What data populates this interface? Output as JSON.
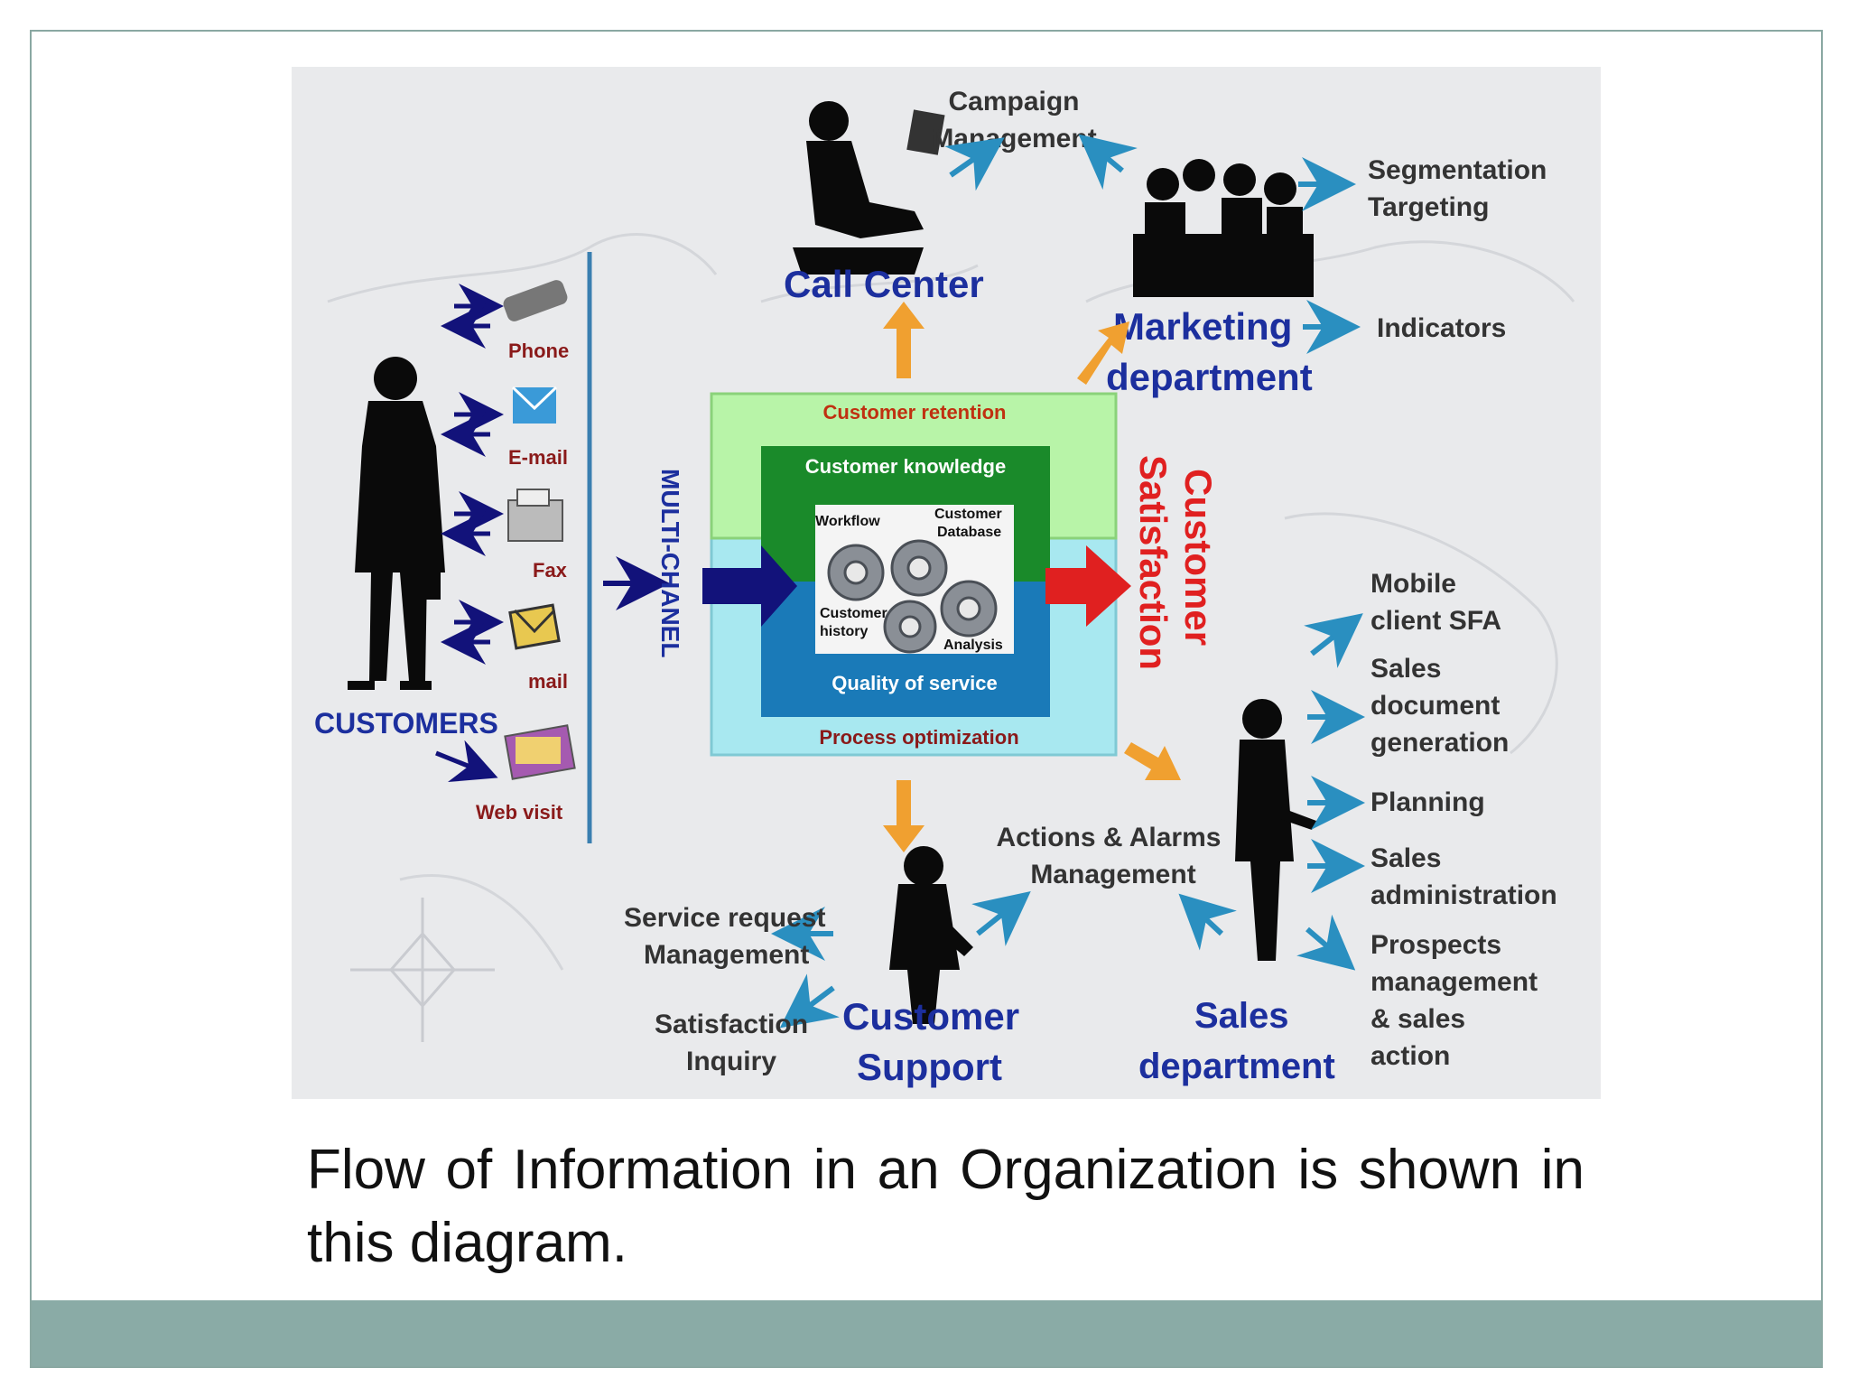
{
  "caption": "Flow of Information in an Organization is shown in this diagram.",
  "colors": {
    "frame_border": "#8aa8a2",
    "footer_bar": "#8aaba6",
    "dept_blue": "#1c2f9e",
    "channel_red": "#8a1a1a",
    "satisfaction_red": "#e02020",
    "arrow_teal": "#2a8fc0",
    "arrow_orange": "#f0a030",
    "arrow_navy": "#12127a",
    "retention_green": "#b8f4a8",
    "knowledge_green": "#1a8a2a",
    "service_blue": "#1a7ab8",
    "optimization_cyan": "#a8e8f0"
  },
  "diagram": {
    "customers": "CUSTOMERS",
    "channels": {
      "phone": "Phone",
      "email": "E-mail",
      "fax": "Fax",
      "mail": "mail",
      "web_visit": "Web visit"
    },
    "multi_channel": "MULTI-CHANEL",
    "core": {
      "retention": "Customer retention",
      "knowledge": "Customer knowledge",
      "workflow": "Workflow",
      "customer_database_1": "Customer",
      "customer_database_2": "Database",
      "customer_history_1": "Customer",
      "customer_history_2": "history",
      "analysis": "Analysis",
      "quality": "Quality of service",
      "optimization": "Process optimization"
    },
    "satisfaction": {
      "line1": "Customer",
      "line2": "Satisfaction"
    },
    "call_center": "Call Center",
    "campaign": {
      "line1": "Campaign",
      "line2": "Management"
    },
    "marketing": {
      "line1": "Marketing",
      "line2": "department",
      "outputs": [
        [
          "Segmentation",
          "Targeting"
        ],
        [
          "Indicators"
        ]
      ]
    },
    "customer_support": {
      "line1": "Customer",
      "line2": "Support",
      "service_request": [
        "Service request",
        "Management"
      ],
      "satisfaction_inquiry": [
        "Satisfaction",
        "Inquiry"
      ]
    },
    "actions_alarms": [
      "Actions & Alarms",
      "Management"
    ],
    "sales": {
      "line1": "Sales",
      "line2": "department",
      "outputs": [
        [
          "Mobile",
          "client SFA"
        ],
        [
          "Sales",
          "document",
          "generation"
        ],
        [
          "Planning"
        ],
        [
          "Sales",
          "administration"
        ],
        [
          "Prospects",
          "management",
          "& sales",
          "action"
        ]
      ]
    }
  }
}
